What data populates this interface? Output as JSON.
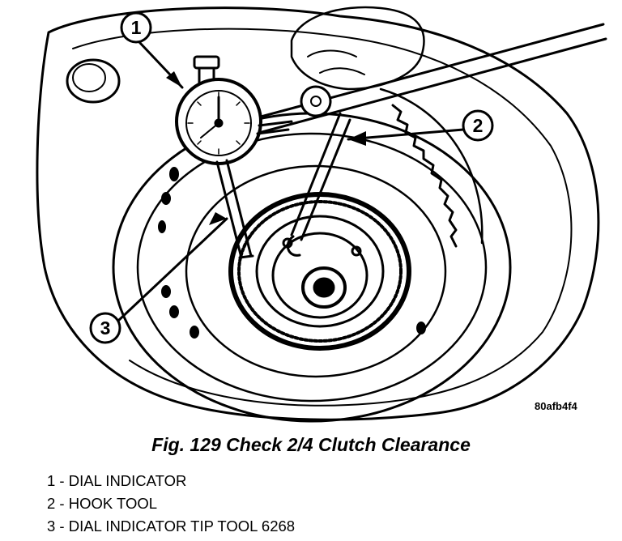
{
  "figure": {
    "callouts": [
      "1",
      "2",
      "3"
    ],
    "code": "80afb4f4",
    "caption": "Fig. 129 Check 2/4 Clutch Clearance"
  },
  "legend": [
    {
      "num": "1",
      "text": "1 - DIAL INDICATOR"
    },
    {
      "num": "2",
      "text": "2 - HOOK TOOL"
    },
    {
      "num": "3",
      "text": "3 - DIAL INDICATOR TIP TOOL 6268"
    }
  ],
  "colors": {
    "ink": "#000000",
    "paper": "#ffffff"
  }
}
